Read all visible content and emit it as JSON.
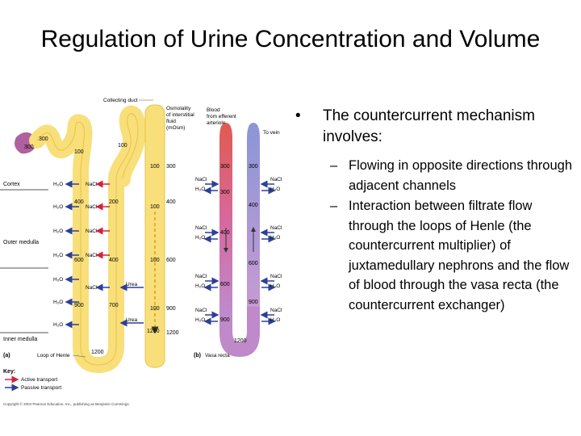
{
  "slide": {
    "title": "Regulation of Urine Concentration and Volume",
    "bullet": "The countercurrent mechanism involves:",
    "sub_bullets": [
      "Flowing in opposite directions through adjacent channels",
      "Interaction between filtrate flow through the loops of Henle (the countercurrent multiplier) of juxtamedullary nephrons and the flow of blood through the vasa recta (the countercurrent exchanger)"
    ]
  },
  "figure": {
    "regions": [
      "Cortex",
      "Outer medulla",
      "Inner medulla"
    ],
    "headers": {
      "collecting_duct": "Collecting duct",
      "osmolality": [
        "Osmolality",
        "of interstitial",
        "fluid",
        "(mOsm)"
      ],
      "blood": [
        "Blood",
        "from efferent",
        "arteriole"
      ],
      "to_vein": "To vein"
    },
    "panel_a": {
      "letter": "(a)",
      "caption": "Loop of Henle"
    },
    "panel_b": {
      "letter": "(b)",
      "caption": "Vasa recta"
    },
    "key": {
      "title": "Key:",
      "active": "Active transport",
      "passive": "Passive transport"
    },
    "values": {
      "tubule_start": "300",
      "tubule_mid": "300",
      "dct": "100",
      "dct2": "100",
      "desc": [
        "400",
        "600",
        "900"
      ],
      "asc": [
        "200",
        "400",
        "700"
      ],
      "loop_bottom": "1200",
      "duct": [
        "100",
        "100",
        "100",
        "100",
        "1200"
      ],
      "interstitial": [
        "300",
        "400",
        "600",
        "900",
        "1200"
      ],
      "vr_desc": [
        "300",
        "300",
        "400",
        "600",
        "900",
        "1200"
      ],
      "vr_asc": [
        "300",
        "400",
        "600",
        "900"
      ]
    },
    "labels": {
      "h2o": "H₂O",
      "nacl": "NaCl",
      "urea": "Urea"
    },
    "credit": "Copyright © 2004 Pearson Education, Inc., publishing as Benjamin Cummings."
  },
  "colors": {
    "active": "#d2233a",
    "passive": "#2c3f99",
    "tubule": "#f8df7a",
    "vasa_red": "#e05a4e",
    "vasa_blue": "#8a96d8"
  }
}
